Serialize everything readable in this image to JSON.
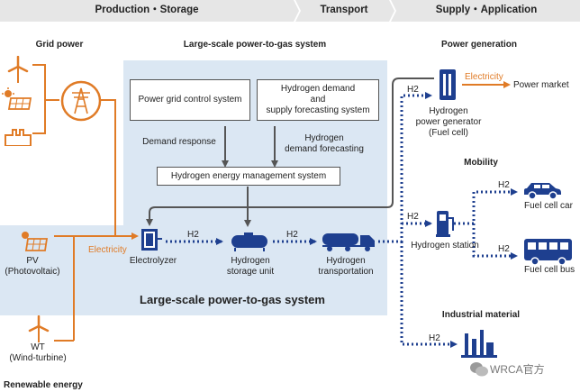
{
  "colors": {
    "orange": "#e07b26",
    "blue": "#1e3f8f",
    "panel": "#dbe7f3",
    "header_bg": "#e6e6e6"
  },
  "header": {
    "production_storage": "Production・Storage",
    "transport": "Transport",
    "supply_application": "Supply・Application"
  },
  "grid": {
    "label": "Grid power",
    "icons": [
      "wind-turbine-icon",
      "solar-panel-icon",
      "factory-icon",
      "substation-icon"
    ]
  },
  "system": {
    "title_top": "Large-scale power-to-gas system",
    "title_bottom": "Large-scale power-to-gas system",
    "box_power_grid": "Power grid control system",
    "box_forecast": "Hydrogen demand\nand\nsupply forecasting system",
    "demand_response": "Demand response",
    "hydrogen_demand_forecasting": "Hydrogen\ndemand forecasting",
    "box_management": "Hydrogen energy management system"
  },
  "flow": {
    "electricity": "Electricity",
    "electrolyzer": "Electrolyzer",
    "h2": "H2",
    "storage": "Hydrogen\nstorage unit",
    "transportation": "Hydrogen\ntransportation"
  },
  "renewable": {
    "pv": "PV\n(Photovoltaic)",
    "wt": "WT\n(Wind-turbine)",
    "label": "Renewable energy"
  },
  "supply": {
    "power_generation": "Power generation",
    "generator": "Hydrogen\npower generator\n(Fuel cell)",
    "electricity": "Electricity",
    "power_market": "Power market",
    "mobility": "Mobility",
    "station": "Hydrogen station",
    "car": "Fuel cell car",
    "bus": "Fuel cell bus",
    "industrial": "Industrial material"
  },
  "watermark": "WRCA官方"
}
